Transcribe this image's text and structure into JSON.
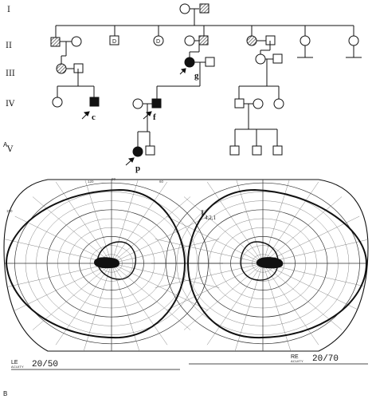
{
  "pedigree": {
    "panel_label": "A",
    "generations": [
      "I",
      "II",
      "III",
      "IV",
      "V"
    ],
    "probands": {
      "c": "c",
      "f": "f",
      "g": "g",
      "p": "p"
    }
  },
  "fields": {
    "panel_label": "B",
    "isopter": {
      "main": "I",
      "sub": "4,2,1"
    },
    "left_eye": {
      "eye": "LE",
      "caption": "ACUITY",
      "acuity": "20/50"
    },
    "right_eye": {
      "eye": "RE",
      "caption": "ACUITY",
      "acuity": "20/70"
    },
    "meridian_labels": [
      "120",
      "90",
      "60",
      "150"
    ]
  },
  "colors": {
    "ink": "#111111",
    "grid": "#555555",
    "affected": "#111111",
    "carrier_hatch": "#777777"
  }
}
